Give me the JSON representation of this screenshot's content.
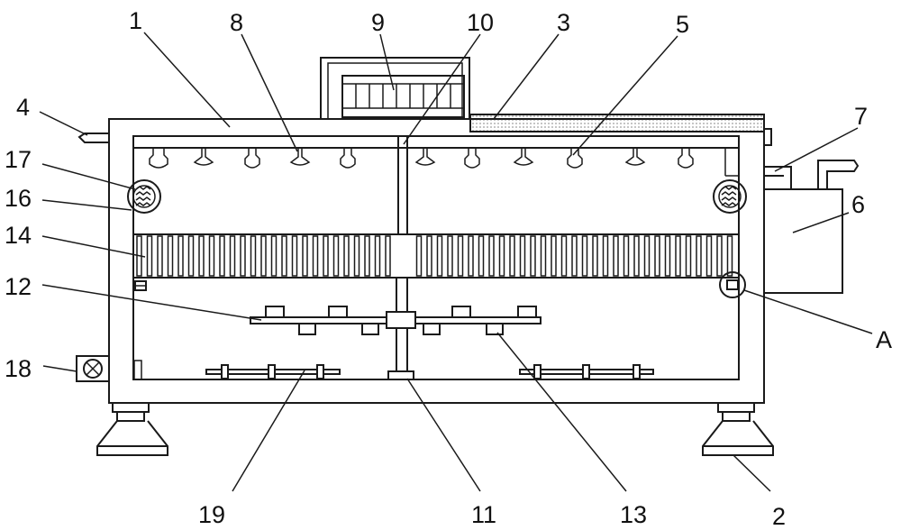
{
  "callouts": [
    {
      "id": "c1",
      "text": "1"
    },
    {
      "id": "c2",
      "text": "2"
    },
    {
      "id": "c3",
      "text": "3"
    },
    {
      "id": "c4",
      "text": "4"
    },
    {
      "id": "c5",
      "text": "5"
    },
    {
      "id": "c6",
      "text": "6"
    },
    {
      "id": "c7",
      "text": "7"
    },
    {
      "id": "c8",
      "text": "8"
    },
    {
      "id": "c9",
      "text": "9"
    },
    {
      "id": "c10",
      "text": "10"
    },
    {
      "id": "c11",
      "text": "11"
    },
    {
      "id": "c12",
      "text": "12"
    },
    {
      "id": "c13",
      "text": "13"
    },
    {
      "id": "c14",
      "text": "14"
    },
    {
      "id": "c16",
      "text": "16"
    },
    {
      "id": "c17",
      "text": "17"
    },
    {
      "id": "c18",
      "text": "18"
    },
    {
      "id": "c19",
      "text": "19"
    },
    {
      "id": "cA",
      "text": "A"
    }
  ]
}
